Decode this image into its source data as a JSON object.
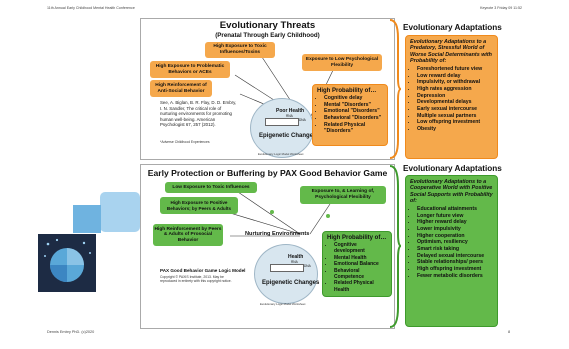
{
  "header": {
    "left": "11th Annual Early Childhood Mental Health Conference",
    "right": "Keynote 3 Friday 09 11:52"
  },
  "top": {
    "title": "Evolutionary Threats",
    "subtitle": "(Prenatal Through Early Childhood)",
    "threats": [
      "High Exposure to Toxic Influences/Toxins",
      "High Exposure to Problematic Behaviors or ACEs",
      "High Reinforcement of Anti-Social Behavior",
      "Exposure to Low Psychological Flexibility"
    ],
    "diagram_label": "Epigenetic Changes",
    "health_label": "Poor Health",
    "rna": "RNA",
    "dna": "DNA",
    "reference": "See, A. Biglan, B. R. Flay, D. D. Embry, I. N. Sandler, The critical role of nurturing environments for promoting human well-being. American Psychologist 67, 257 (2012).",
    "footnote": "*Adverse Childhood Experiences",
    "probability_title": "High Probability of…",
    "probability_items": [
      "Cognitive delay",
      "Mental \"Disorders\"",
      "Emotional \"Disorders\"",
      "Behavioral \"Disorders\"",
      "Related Physical \"Disorders\""
    ],
    "copyright": "Evolutionary Logic Model Worksheet"
  },
  "right_top": {
    "title": "Evolutionary Adaptations",
    "intro": "Evolutionary Adaptations to a Predatory, Stressful World of Worse Social Determinants with Probability of:",
    "items": [
      "Foreshortened future view",
      "Low reward delay",
      "Impulsivity, or withdrawal",
      "High rates aggression",
      "Depression",
      "Developmental delays",
      "Early sexual intercourse",
      "Multiple sexual partners",
      "Low offspring investment",
      "Obesity"
    ]
  },
  "bottom": {
    "title": "Early Protection or Buffering by PAX Good Behavior Game",
    "factors": [
      "Low Exposure to Toxic Influences",
      "High Exposure to Positive Behaviors; by Peers & Adults",
      "High Reinforcement by Peers & Adults of Prosocial Behavior",
      "Exposure to, & Learning of, Psychological Flexibility"
    ],
    "nurturing_label": "Nurturing Environments",
    "diagram_label": "Epigenetic Changes",
    "health_label": "Health",
    "rna": "RNA",
    "dna": "DNA",
    "probability_title": "High Probability of…",
    "probability_items": [
      "Cognitive development",
      "Mental Health",
      "Emotional Balance",
      "Behavioral Competence",
      "Related Physical Health"
    ],
    "model_title": "PAX Good Behavior Game Logic Model",
    "model_note": "Copyright © PAXIS Institute, 2013. May be reproduced in entirety with this copyright notice.",
    "copyright": "Evolutionary Logic Model Worksheet"
  },
  "right_bottom": {
    "title": "Evolutionary Adaptations",
    "intro": "Evolutionary Adaptations to a Cooperative World with Positive Social Supports with Probability of:",
    "items": [
      "Educational attainments",
      "Longer future view",
      "Higher reward delay",
      "Lower impulsivity",
      "Higher cooperation",
      "Optimism, resiliency",
      "Smart risk taking",
      "Delayed sexual intercourse",
      "Stable relationships/ peers",
      "High offspring investment",
      "Fewer metabolic disorders"
    ]
  },
  "footer": {
    "left": "Dennis Embry PhD. (c)2020",
    "right": "8"
  },
  "colors": {
    "orange": "#f5a84c",
    "orange_border": "#f08a1c",
    "green": "#63b94a",
    "green_border": "#3e9a2c",
    "dark_blue": "#1d2b44",
    "circle_blue": "#d8e6ef"
  }
}
